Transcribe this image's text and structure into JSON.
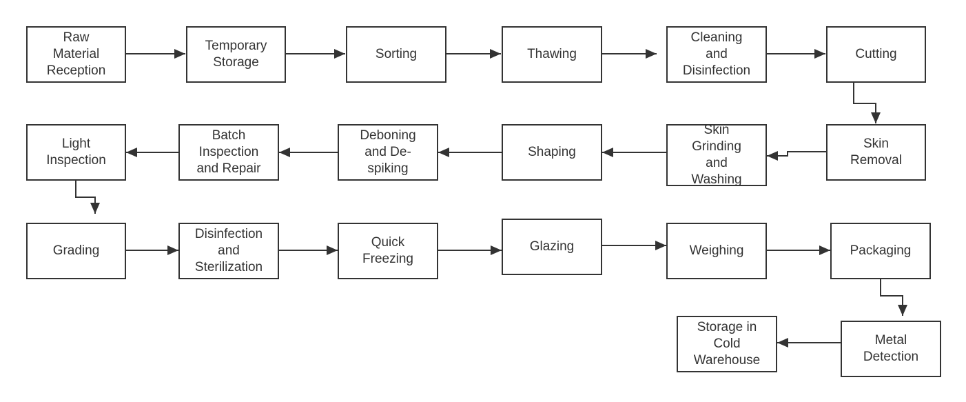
{
  "diagram": {
    "type": "process-flowchart",
    "steps": [
      {
        "id": "raw",
        "label": "Raw\nMaterial\nReception"
      },
      {
        "id": "temp",
        "label": "Temporary\nStorage"
      },
      {
        "id": "sorting",
        "label": "Sorting"
      },
      {
        "id": "thawing",
        "label": "Thawing"
      },
      {
        "id": "cleaning",
        "label": "Cleaning\nand\nDisinfection"
      },
      {
        "id": "cutting",
        "label": "Cutting"
      },
      {
        "id": "skin-removal",
        "label": "Skin\nRemoval"
      },
      {
        "id": "skin-grinding",
        "label": "Skin\nGrinding\nand\nWashing"
      },
      {
        "id": "shaping",
        "label": "Shaping"
      },
      {
        "id": "deboning",
        "label": "Deboning\nand De-\nspiking"
      },
      {
        "id": "batch",
        "label": "Batch\nInspection\nand Repair"
      },
      {
        "id": "light",
        "label": "Light\nInspection"
      },
      {
        "id": "grading",
        "label": "Grading"
      },
      {
        "id": "disinfection",
        "label": "Disinfection\nand\nSterilization"
      },
      {
        "id": "quick",
        "label": "Quick\nFreezing"
      },
      {
        "id": "glazing",
        "label": "Glazing"
      },
      {
        "id": "weighing",
        "label": "Weighing"
      },
      {
        "id": "packaging",
        "label": "Packaging"
      },
      {
        "id": "metal",
        "label": "Metal\nDetection"
      },
      {
        "id": "storage",
        "label": "Storage in\nCold\nWarehouse"
      }
    ],
    "edges": [
      [
        "raw",
        "temp"
      ],
      [
        "temp",
        "sorting"
      ],
      [
        "sorting",
        "thawing"
      ],
      [
        "thawing",
        "cleaning"
      ],
      [
        "cleaning",
        "cutting"
      ],
      [
        "cutting",
        "skin-removal"
      ],
      [
        "skin-removal",
        "skin-grinding"
      ],
      [
        "skin-grinding",
        "shaping"
      ],
      [
        "shaping",
        "deboning"
      ],
      [
        "deboning",
        "batch"
      ],
      [
        "batch",
        "light"
      ],
      [
        "light",
        "grading"
      ],
      [
        "grading",
        "disinfection"
      ],
      [
        "disinfection",
        "quick"
      ],
      [
        "quick",
        "glazing"
      ],
      [
        "glazing",
        "weighing"
      ],
      [
        "weighing",
        "packaging"
      ],
      [
        "packaging",
        "metal"
      ],
      [
        "metal",
        "storage"
      ]
    ],
    "colors": {
      "stroke": "#333333",
      "text": "#333333",
      "background": "#ffffff"
    }
  }
}
